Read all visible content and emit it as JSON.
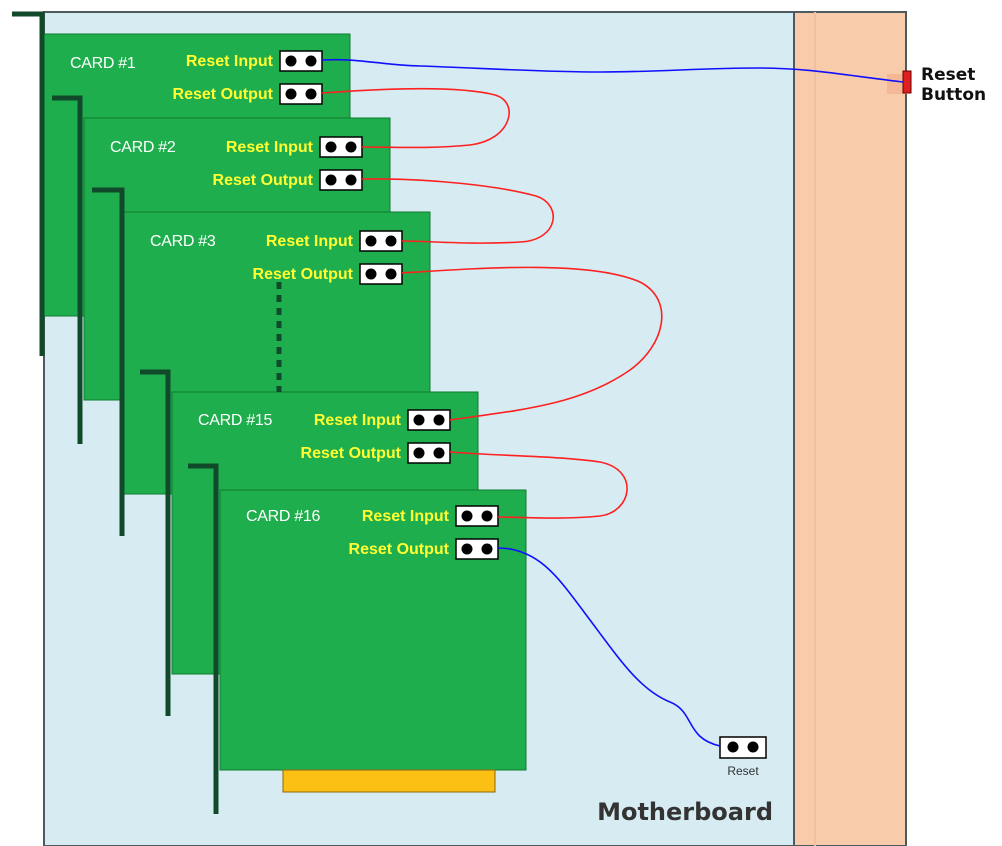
{
  "motherboard": {
    "label": "Motherboard"
  },
  "reset_button": {
    "line1": "Reset",
    "line2": "Button"
  },
  "reset_header": {
    "label": "Reset"
  },
  "cards": [
    {
      "label": "CARD #1",
      "input_label": "Reset Input",
      "output_label": "Reset Output"
    },
    {
      "label": "CARD #2",
      "input_label": "Reset Input",
      "output_label": "Reset Output"
    },
    {
      "label": "CARD #3",
      "input_label": "Reset Input",
      "output_label": "Reset Output"
    },
    {
      "label": "CARD #15",
      "input_label": "Reset Input",
      "output_label": "Reset Output"
    },
    {
      "label": "CARD #16",
      "input_label": "Reset Input",
      "output_label": "Reset Output"
    }
  ],
  "colors": {
    "motherboard": "#d6ebf2",
    "case_panel": "#f8ccaa",
    "card": "#1fae4d",
    "bracket": "#114a2a",
    "wire_chain": "#ff2020",
    "wire_button": "#1010ff",
    "label_yellow": "#ffff33",
    "edge_connector": "#fcbf14",
    "button": "#e02020"
  }
}
